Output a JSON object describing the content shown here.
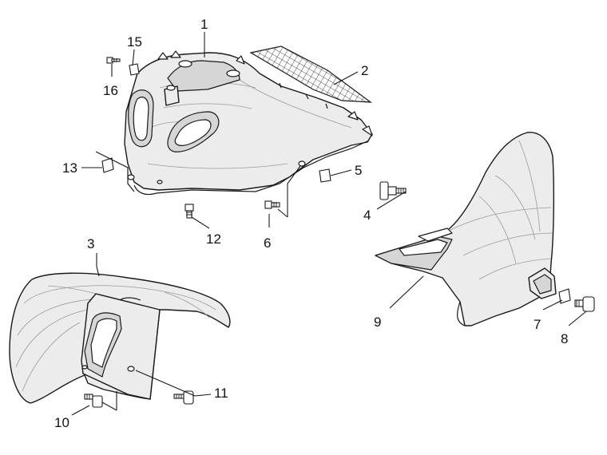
{
  "diagram": {
    "callouts": [
      {
        "id": "1",
        "label": "1"
      },
      {
        "id": "2",
        "label": "2"
      },
      {
        "id": "3",
        "label": "3"
      },
      {
        "id": "4",
        "label": "4"
      },
      {
        "id": "5",
        "label": "5"
      },
      {
        "id": "6",
        "label": "6"
      },
      {
        "id": "7",
        "label": "7"
      },
      {
        "id": "8",
        "label": "8"
      },
      {
        "id": "9",
        "label": "9"
      },
      {
        "id": "10",
        "label": "10"
      },
      {
        "id": "11",
        "label": "11"
      },
      {
        "id": "12",
        "label": "12"
      },
      {
        "id": "13",
        "label": "13"
      },
      {
        "id": "15",
        "label": "15"
      },
      {
        "id": "16",
        "label": "16"
      }
    ],
    "colors": {
      "line": "#1a1a1a",
      "fill": "#ececec",
      "background": "#ffffff"
    }
  }
}
